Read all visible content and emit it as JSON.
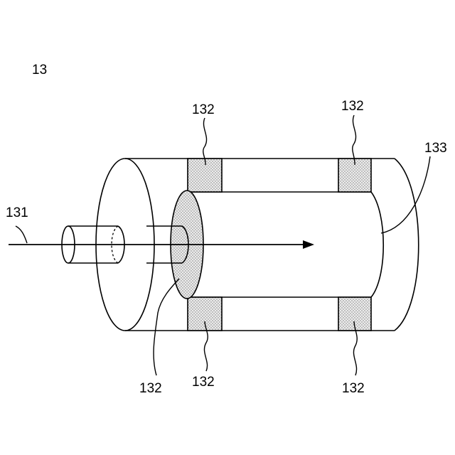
{
  "figure": {
    "figure_number": "13",
    "labels": {
      "arrow": "131",
      "seal_top_left": "132",
      "seal_top_right": "132",
      "seal_bottom_left": "132",
      "seal_bottom_right": "132",
      "seal_inner_disc": "132",
      "inner_space": "133"
    }
  },
  "colors": {
    "line": "#000000",
    "background": "#ffffff",
    "seal_fill": "#e6e6e6",
    "seal_dots": "#8a8a8a"
  }
}
